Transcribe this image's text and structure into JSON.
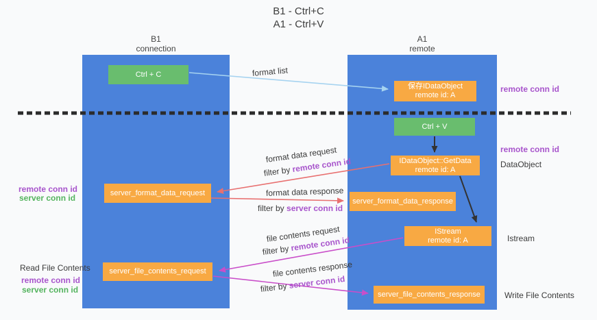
{
  "title": {
    "line1": "B1 - Ctrl+C",
    "line2": "A1 - Ctrl+V"
  },
  "columns": {
    "left": {
      "name": "B1",
      "role": "connection"
    },
    "right": {
      "name": "A1",
      "role": "remote"
    }
  },
  "boxes": {
    "ctrl_c": "Ctrl + C",
    "ctrl_v": "Ctrl + V",
    "save_dataobject": {
      "line1": "保存IDataObject",
      "line2": "remote id: A"
    },
    "getdata": {
      "line1": "IDataObject::GetData",
      "line2": "remote id: A"
    },
    "istream": {
      "line1": "IStream",
      "line2": "remote id: A"
    },
    "format_request": "server_format_data_request",
    "format_response": "server_format_data_response",
    "file_request": "server_file_contents_request",
    "file_response": "server_file_contents_response"
  },
  "flow_labels": {
    "format_list": "format list",
    "format_data_request": "format data request",
    "format_data_request_filter": {
      "prefix": "filter by ",
      "id": "remote conn id"
    },
    "format_data_response": "format data response",
    "format_data_response_filter": {
      "prefix": "filter by ",
      "id": "server conn id"
    },
    "file_contents_request": "file contents request",
    "file_contents_request_filter": {
      "prefix": "filter by ",
      "id": "remote conn id"
    },
    "file_contents_response": "file contents response",
    "file_contents_response_filter": {
      "prefix": "filter by ",
      "id": "server conn id"
    }
  },
  "side_labels": {
    "right_remote_conn_id_top": "remote conn id",
    "right_remote_conn_id_mid": "remote conn id",
    "right_dataobject": "DataObject",
    "right_istream": "Istream",
    "right_write_file": "Write File Contents",
    "left_remote_conn_id_top": "remote conn id",
    "left_server_conn_id_top": "server conn id",
    "left_read_file": "Read File Contents",
    "left_remote_conn_id_bottom": "remote conn id",
    "left_server_conn_id_bottom": "server conn id"
  },
  "colors": {
    "column_blue": "#4b82da",
    "box_green": "#69bd6e",
    "box_orange": "#f8a943",
    "purple_id_text": "#a855cc",
    "green_id_text": "#55b45f",
    "arrow_lightblue": "#a6d3f0",
    "arrow_red": "#e87070",
    "arrow_magenta": "#c94ec9",
    "arrow_black": "#333333",
    "dashed_line": "#2b2b2b",
    "background": "#f9fafb"
  }
}
